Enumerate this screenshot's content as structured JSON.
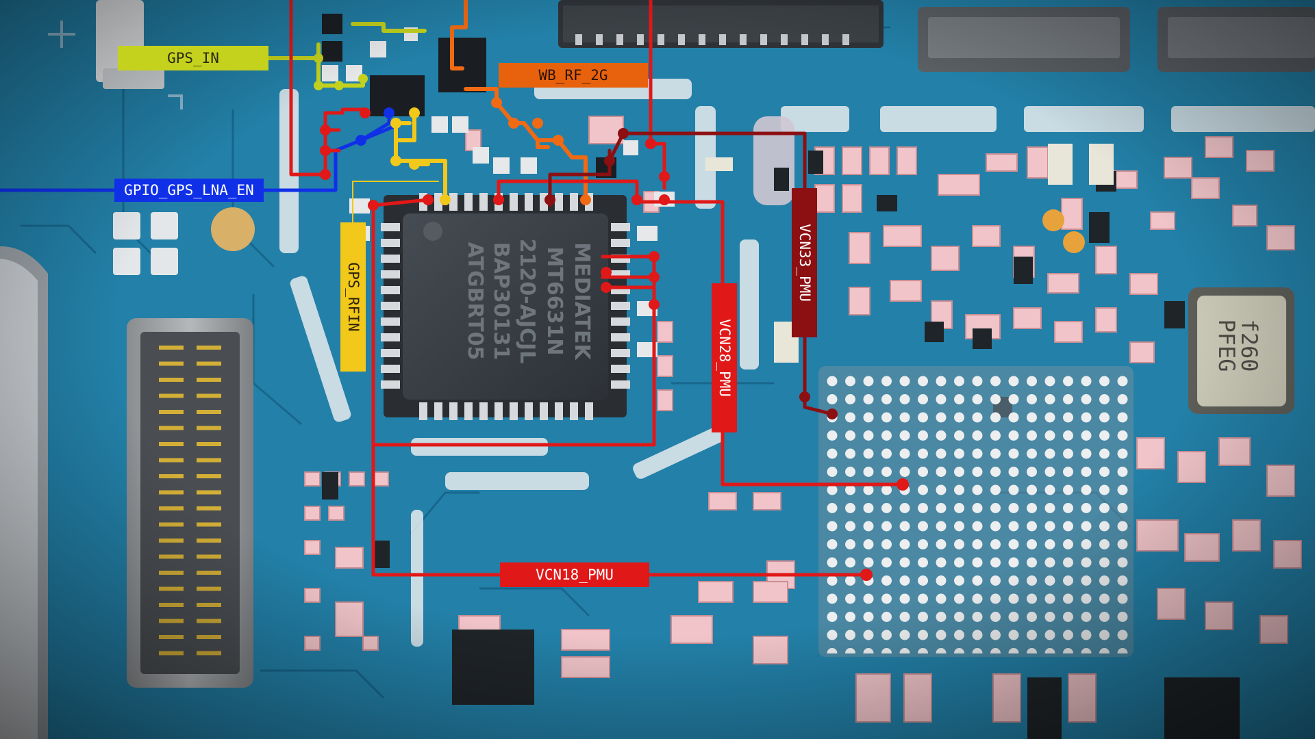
{
  "colors": {
    "board": "#1f7aa2",
    "board_dark": "#0f4f74",
    "trace_red": "#e01818",
    "trace_dark_red": "#8c0f12",
    "trace_blue": "#1030e8",
    "trace_yellow": "#f2c81a",
    "trace_orange": "#f06a14",
    "trace_olive": "#c4d21e",
    "chip": "#3a3f45",
    "pad": "#d7dadc",
    "ball": "#eceeef"
  },
  "chip": {
    "marking_lines": [
      "MEDIATEK",
      "MT6631N",
      "2120-AJCJL",
      "BAP30131",
      "ATGBRT05"
    ]
  },
  "crystal": {
    "marking_lines": [
      "f260",
      "PFEG"
    ]
  },
  "labels": {
    "gps_in": "GPS_IN",
    "wb_rf_2g": "WB_RF_2G",
    "gpio_gps_lna_en": "GPIO_GPS_LNA_EN",
    "gps_rfin": "GPS_RFIN",
    "vcn33_pmu": "VCN33_PMU",
    "vcn28_pmu": "VCN28_PMU",
    "vcn18_pmu": "VCN18_PMU"
  },
  "icons": {
    "fiducial": "plus-mark-icon"
  }
}
